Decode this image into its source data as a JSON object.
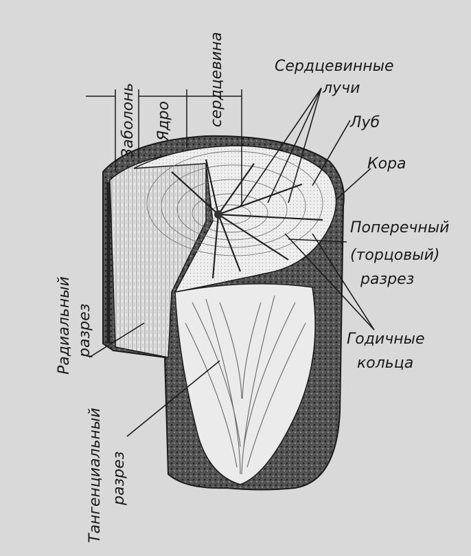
{
  "labels": {
    "heartwood_rays": [
      "Сердцевинные",
      "лучи"
    ],
    "bast": "Луб",
    "bark": "Кора",
    "cross_section": [
      "Поперечный",
      "(торцовый)",
      "разрез"
    ],
    "annual_rings": [
      "Годичные",
      "кольца"
    ],
    "sapwood": "Заболонь",
    "core": "Ядро",
    "pith": "сердцевина",
    "radial_section": [
      "Радиальный",
      "разрез"
    ],
    "tangential_section": [
      "Тангенциальный",
      "разрез"
    ]
  },
  "colors": {
    "background": "#d9d9d9",
    "ink": "#1a1a1a",
    "wood_light": "#ebebeb",
    "bark_dark": "#3a3a3a"
  }
}
